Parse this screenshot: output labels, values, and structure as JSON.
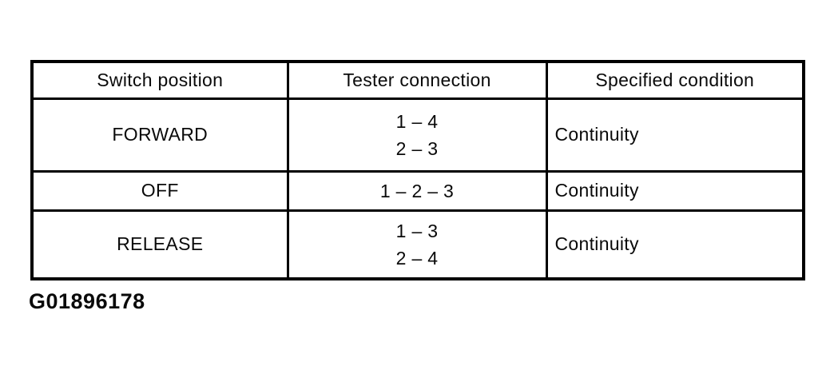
{
  "figure_id": "G01896178",
  "table": {
    "columns": [
      "Switch position",
      "Tester connection",
      "Specified condition"
    ],
    "rows": [
      {
        "switch_position": "FORWARD",
        "tester_connection_lines": [
          "1 – 4",
          "2 – 3"
        ],
        "specified_condition": "Continuity"
      },
      {
        "switch_position": "OFF",
        "tester_connection_lines": [
          "1 – 2 – 3"
        ],
        "specified_condition": "Continuity"
      },
      {
        "switch_position": "RELEASE",
        "tester_connection_lines": [
          "1 – 3",
          "2 – 4"
        ],
        "specified_condition": "Continuity"
      }
    ],
    "border_color": "#000000",
    "text_color": "#0a0a0a",
    "background_color": "#ffffff"
  }
}
